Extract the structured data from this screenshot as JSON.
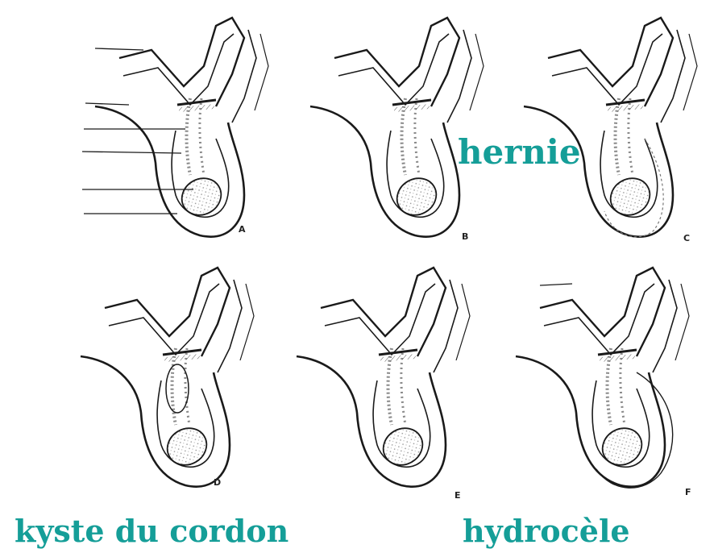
{
  "figure": {
    "panels": [
      {
        "id": "a",
        "letter": "A"
      },
      {
        "id": "b",
        "letter": "B"
      },
      {
        "id": "c",
        "letter": "C"
      },
      {
        "id": "d",
        "letter": "D"
      },
      {
        "id": "e",
        "letter": "E"
      },
      {
        "id": "f",
        "letter": "F"
      }
    ]
  },
  "captions": {
    "hernie": "hernie",
    "kyste": "kyste du cordon",
    "hydrocele": "hydrocèle"
  },
  "colors": {
    "caption": "#159e98",
    "line": "#1a1a1a",
    "stipple": "#9a9a9a"
  }
}
